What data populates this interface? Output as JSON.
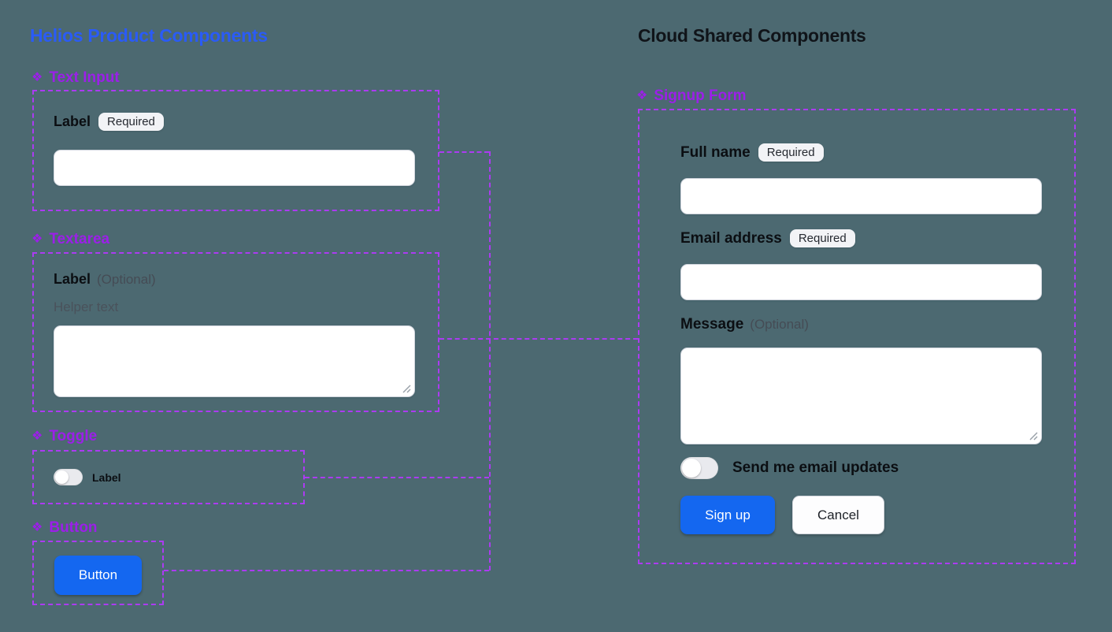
{
  "colors": {
    "background": "#4C6971",
    "accent_purple": "#AC3BF2",
    "header_purple": "#9C1FE9",
    "helios_title_blue": "#2A5BF7",
    "cloud_title_black": "#101419",
    "primary_button_blue": "#1467F0",
    "badge_background": "#F2F3F6",
    "input_border": "#D0D5DD"
  },
  "left": {
    "title": "Helios Product Components",
    "text_input": {
      "marker_icon": "❖",
      "title": "Text Input",
      "label": "Label",
      "badge": "Required",
      "value": ""
    },
    "textarea": {
      "marker_icon": "❖",
      "title": "Textarea",
      "label": "Label",
      "optional": "(Optional)",
      "helper": "Helper text",
      "value": ""
    },
    "toggle": {
      "marker_icon": "❖",
      "title": "Toggle",
      "label": "Label",
      "state": "off"
    },
    "button": {
      "marker_icon": "❖",
      "title": "Button",
      "button_label": "Button"
    }
  },
  "right": {
    "title": "Cloud Shared Components",
    "signup": {
      "marker_icon": "❖",
      "title": "Signup Form",
      "fields": [
        {
          "label": "Full name",
          "badge": "Required",
          "value": ""
        },
        {
          "label": "Email address",
          "badge": "Required",
          "value": ""
        },
        {
          "label": "Message",
          "optional": "(Optional)",
          "value": ""
        }
      ],
      "toggle_label": "Send me email updates",
      "toggle_state": "off",
      "submit_label": "Sign up",
      "cancel_label": "Cancel"
    }
  }
}
